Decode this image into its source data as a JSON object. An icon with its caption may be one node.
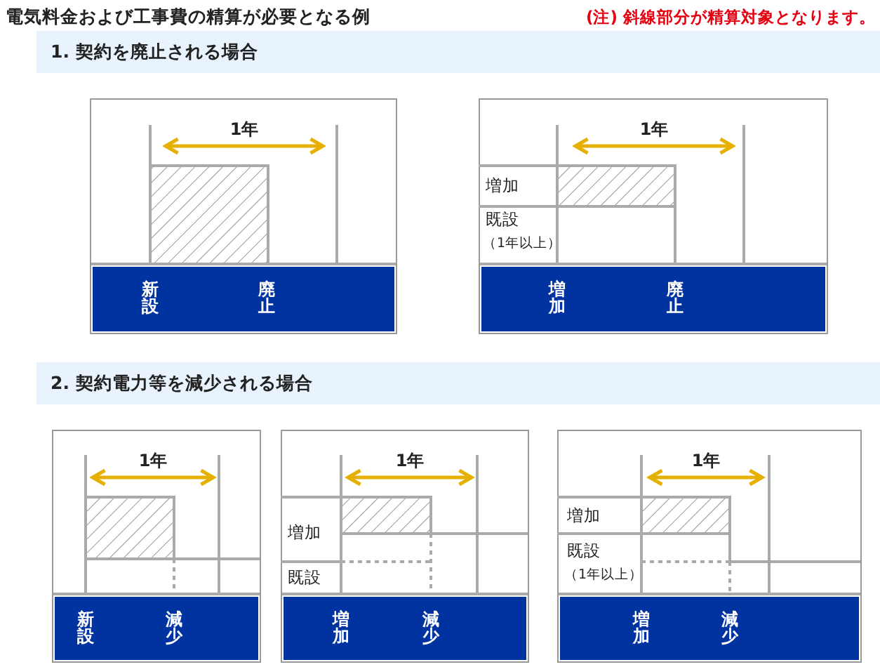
{
  "diagram": {
    "title": "電気料金および工事費の精算が必要となる例",
    "labels": [
      "(注) 斜線部分が精算対象となります。",
      "1. 契約を廃止される場合",
      "1年",
      "新設",
      "廃止",
      "1年",
      "増加",
      "既設",
      "（1年以上）",
      "増加",
      "廃止",
      "2. 契約電力等を減少される場合",
      "1年",
      "新設",
      "減少",
      "1年",
      "増加",
      "既設",
      "増加",
      "減少",
      "1年",
      "増加",
      "既設",
      "（1年以上）",
      "増加",
      "減少"
    ]
  }
}
